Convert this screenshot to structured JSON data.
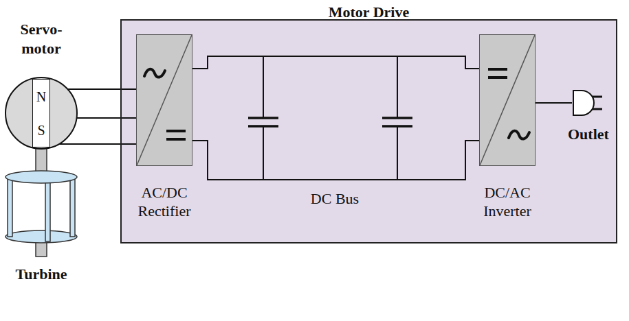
{
  "diagram": {
    "nodes": [
      {
        "text": [
          "Motor Drive"
        ]
      },
      {
        "text": [
          "AC/DC Rectifier"
        ],
        "in": 0
      },
      {
        "text": [
          "DC/AC Inverter"
        ],
        "in": 0
      },
      {
        "text": [
          "Servo- motor"
        ]
      },
      {
        "text": [
          "N",
          "S"
        ],
        "in": 3
      },
      {
        "text": [
          "Turbine"
        ]
      },
      {
        "text": [
          "Outlet"
        ]
      }
    ],
    "edges": [
      {
        "from": 3,
        "to": 1,
        "arrow": "none"
      },
      {
        "from": 3,
        "to": 1,
        "arrow": "none"
      },
      {
        "from": 3,
        "to": 1,
        "arrow": "none"
      },
      {
        "from": 1,
        "to": 2,
        "arrow": "none"
      },
      {
        "from": 1,
        "to": 2,
        "arrow": "none"
      },
      {
        "from": 2,
        "to": 6,
        "arrow": "none"
      }
    ],
    "labels": [
      "DC Bus"
    ]
  }
}
